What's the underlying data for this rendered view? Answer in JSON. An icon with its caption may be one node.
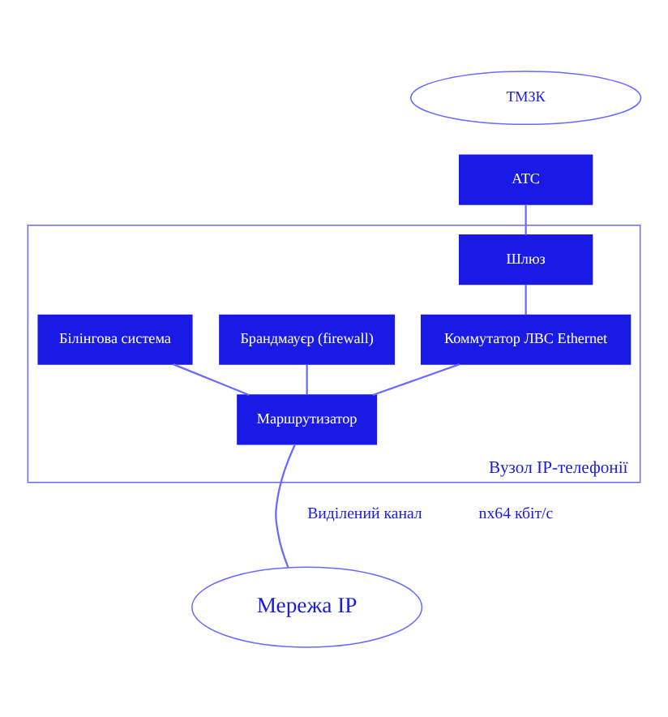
{
  "diagram": {
    "nodes": [
      {
        "text": [
          "ТМЗК"
        ]
      },
      {
        "text": [
          "АТС"
        ]
      },
      {
        "text": [
          "Вузол IP-телефонії"
        ]
      },
      {
        "text": [
          "Шлюз"
        ],
        "in": 2
      },
      {
        "text": [
          "Брандмауєр (firewall)"
        ],
        "in": 2
      },
      {
        "text": [
          "Коммутатор ЛВС Ethernet"
        ],
        "in": 2
      },
      {
        "text": [
          "Білінгова система"
        ],
        "in": 2
      },
      {
        "text": [
          "Маршрутизатор"
        ],
        "in": 2
      },
      {
        "text": [
          "Мережа IP"
        ]
      }
    ],
    "edges": [
      {
        "from": 1,
        "to": 3,
        "arrow": "none"
      },
      {
        "from": 3,
        "to": 5,
        "arrow": "none"
      },
      {
        "from": 5,
        "to": 7,
        "arrow": "none"
      },
      {
        "from": 4,
        "to": 7,
        "arrow": "none"
      },
      {
        "from": 6,
        "to": 7,
        "arrow": "none"
      },
      {
        "from": 7,
        "to": 8,
        "arrow": "none"
      }
    ],
    "labels": [
      "Виділений канал",
      "nх64 кбіт/с"
    ]
  }
}
